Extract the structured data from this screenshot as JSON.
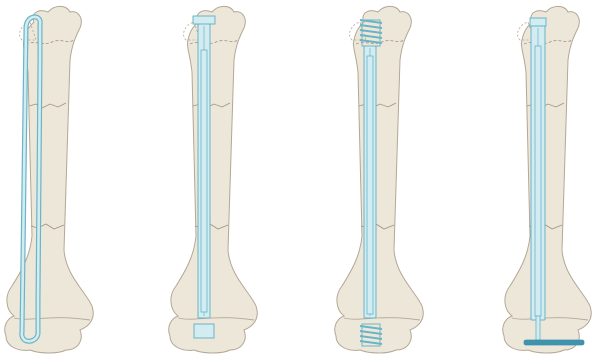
{
  "colors": {
    "bone_fill": "#ede7da",
    "bone_stroke": "#b3a795",
    "fracture_line": "#a0927e",
    "implant_fill": "#d3ecf1",
    "implant_stroke": "#6ab4c6",
    "implant_dark": "#3e93ad",
    "background": "#ffffff"
  },
  "panels": [
    {
      "id": "panel-1",
      "implant": "flexible-wire-nail",
      "implant_icon": "curved-wire-icon"
    },
    {
      "id": "panel-2",
      "implant": "telescoping-rod-with-end-caps",
      "implant_icon": "rod-with-caps-icon"
    },
    {
      "id": "panel-3",
      "implant": "telescoping-rod-with-threaded-ends",
      "implant_icon": "threaded-rod-icon"
    },
    {
      "id": "panel-4",
      "implant": "telescoping-rod-with-crossbar-anchor",
      "implant_icon": "rod-with-crossbar-icon"
    }
  ]
}
